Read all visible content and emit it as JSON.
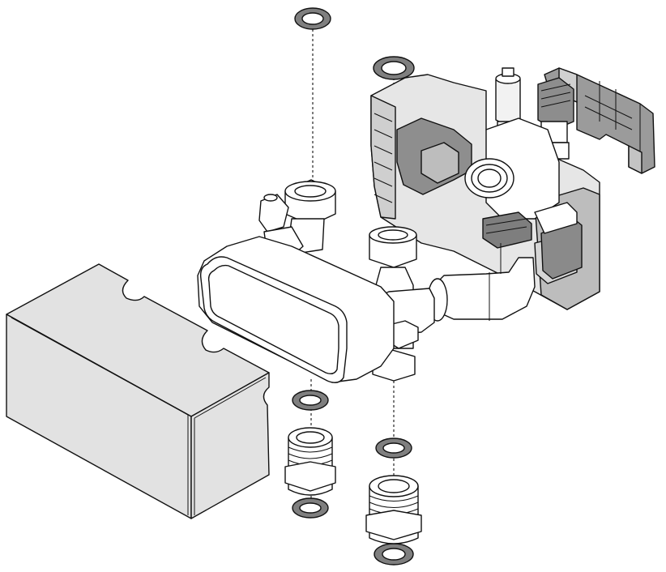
{
  "figure": {
    "background": "#ffffff",
    "colors": {
      "outline": "#111111",
      "housing_light": "#e8e8e8",
      "housing_mid": "#c9c9c9",
      "housing_dark": "#9a9a9a",
      "part_dark": "#7f7f7f",
      "white_part": "#ffffff"
    },
    "parts": [
      "insulation-box",
      "plate-heat-exchanger",
      "pump-housing-block",
      "mounting-bracket",
      "air-vent",
      "safety-valve",
      "elbow-pipe",
      "union-nut",
      "threaded-nipple",
      "sealing-ring"
    ]
  }
}
